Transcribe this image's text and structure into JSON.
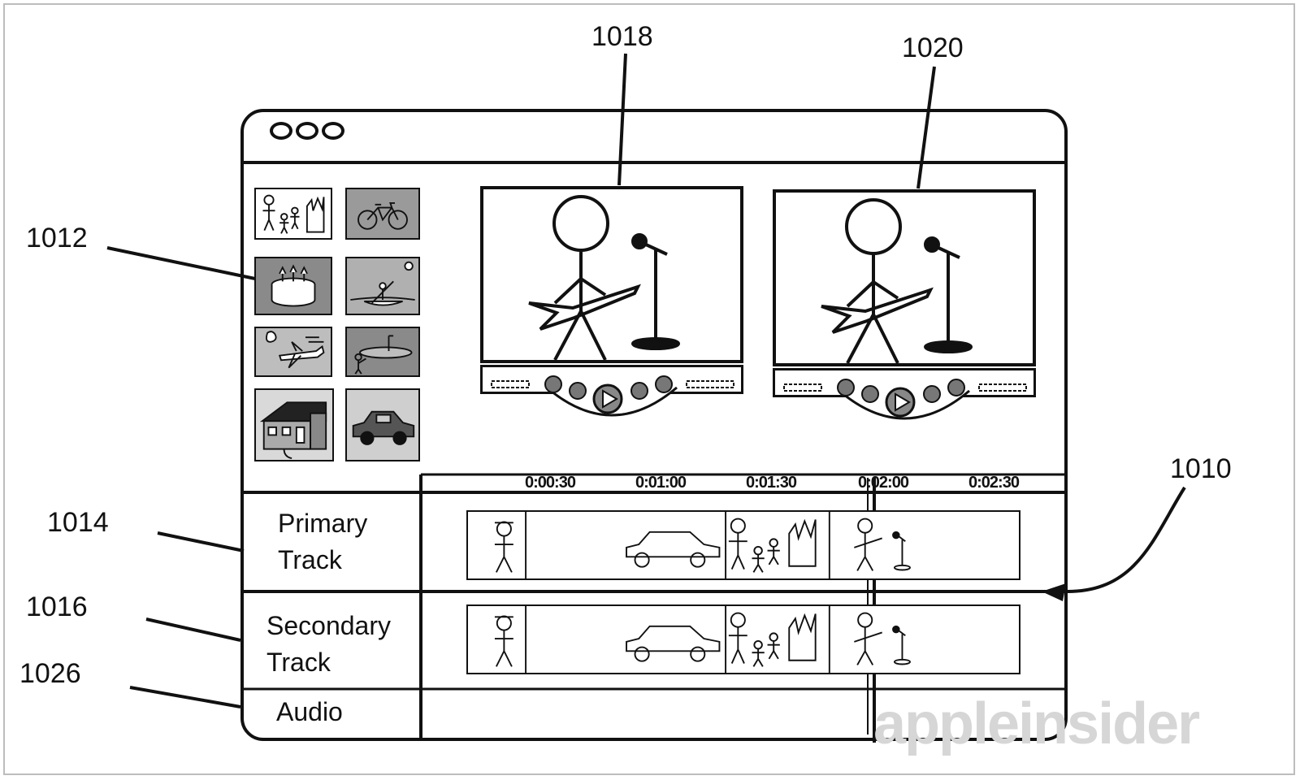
{
  "window": {
    "controls": [
      "close",
      "minimize",
      "zoom"
    ]
  },
  "callouts": {
    "preview_left": "1018",
    "preview_right": "1020",
    "media_library": "1012",
    "timeline": "1010",
    "primary_track": "1014",
    "secondary_track": "1016",
    "audio_track": "1026"
  },
  "tracks": {
    "primary": {
      "line1": "Primary",
      "line2": "Track"
    },
    "secondary": {
      "line1": "Secondary",
      "line2": "Track"
    },
    "audio": {
      "label": "Audio"
    }
  },
  "timeline": {
    "ticks": [
      "0:00:30",
      "0:01:00",
      "0:01:30",
      "0:02:00",
      "0:02:30"
    ]
  },
  "library": {
    "thumbnails": [
      "family-icon",
      "bicycle-icon",
      "cake-icon",
      "kayak-icon",
      "airplane-icon",
      "golf-icon",
      "house-icon",
      "car-icon"
    ]
  },
  "watermark": "appleinsider"
}
